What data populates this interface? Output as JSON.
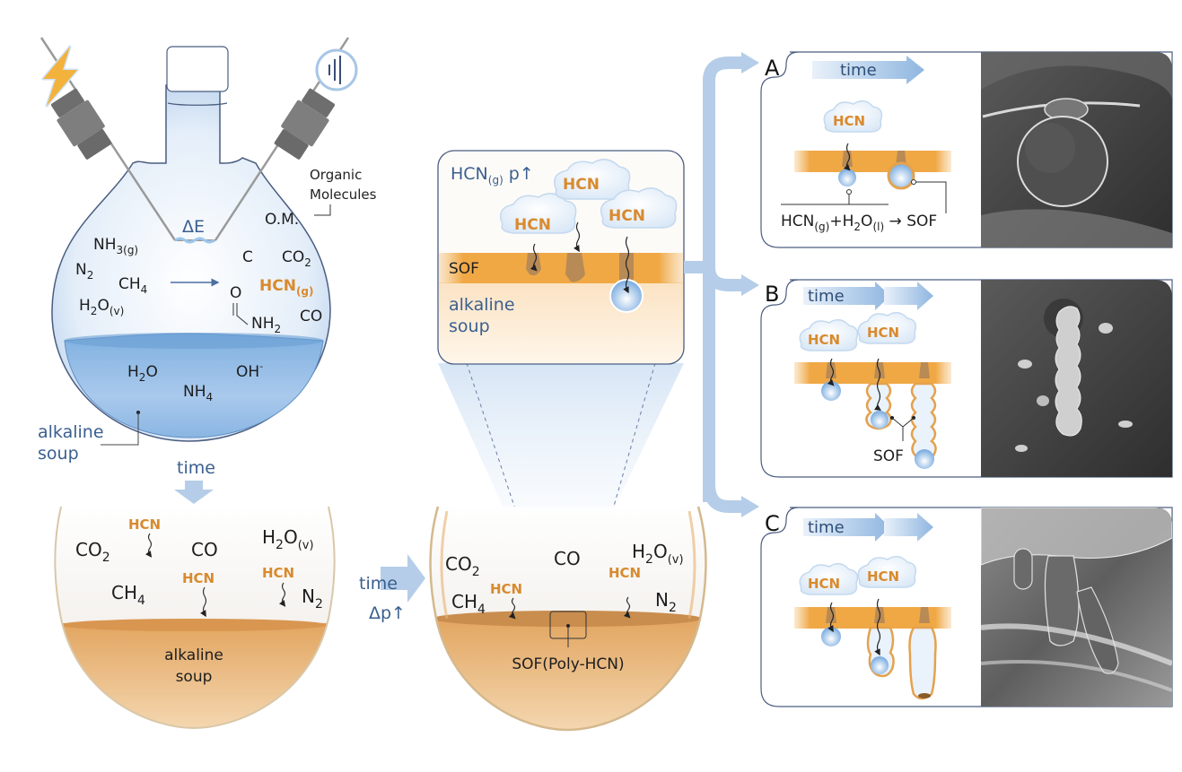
{
  "figure": {
    "flask": {
      "energy_source_icon": "lightning-bolt-icon",
      "ground_icon": "electrical-ground-icon",
      "energy_label": "ΔE",
      "annotation_organic": [
        "Organic",
        "Molecules"
      ],
      "om_label": "O.M.",
      "gas_species": {
        "nh3": "NH",
        "nh3_sub": "3(g)",
        "n2": "N",
        "n2_sub": "2",
        "ch4": "CH",
        "ch4_sub": "4",
        "h2o": "H",
        "h2o_sub": "2",
        "h2o_o": "O",
        "h2o_phase": "(v)",
        "c": "C",
        "co2": "CO",
        "co2_sub": "2",
        "hcn": "HCN",
        "hcn_sub": "(g)",
        "co": "CO",
        "formamide_o": "O",
        "formamide_nh2": "NH",
        "formamide_sub": "2"
      },
      "liquid_species": {
        "h2o": "H",
        "h2o_sub": "2",
        "h2o_o": "O",
        "nh4": "NH",
        "nh4_sub": "4",
        "oh": "OH",
        "oh_sup": "-"
      },
      "soup_label": [
        "alkaline",
        "soup"
      ]
    },
    "arrow_down_label": "time",
    "flask2": {
      "species": {
        "co2": "CO",
        "co2_sub": "2",
        "co": "CO",
        "h2o": "H",
        "h2o_sub": "2",
        "h2o_o": "O",
        "h2o_phase": "(v)",
        "ch4": "CH",
        "ch4_sub": "4",
        "n2": "N",
        "n2_sub": "2"
      },
      "hcn": [
        "HCN",
        "HCN",
        "HCN"
      ],
      "soup_label": [
        "alkaline",
        "soup"
      ]
    },
    "arrow_right_label": "time",
    "arrow_right_sublabel": "Δp↑",
    "flask3": {
      "species": {
        "co2": "CO",
        "co2_sub": "2",
        "co": "CO",
        "h2o": "H",
        "h2o_sub": "2",
        "h2o_o": "O",
        "h2o_phase": "(v)",
        "ch4": "CH",
        "ch4_sub": "4",
        "n2": "N",
        "n2_sub": "2"
      },
      "hcn": [
        "HCN",
        "HCN"
      ],
      "sof_label": "SOF(Poly-HCN)"
    },
    "inset": {
      "title": "HCN",
      "title_sub": "(g)",
      "title_suffix": " p↑",
      "hcn": [
        "HCN",
        "HCN",
        "HCN"
      ],
      "sof_label": "SOF",
      "soup_label": [
        "alkaline",
        "soup"
      ]
    },
    "panels": [
      {
        "letter": "A",
        "time_label": "time",
        "hcn": [
          "HCN"
        ],
        "equation": {
          "a": "HCN",
          "a_sub": "(g)",
          "plus": "+",
          "b": "H",
          "b_sub": "2",
          "b_o": "O",
          "b_phase": "(l)",
          "product": "SOF"
        },
        "micrograph": "sem-sphere-image"
      },
      {
        "letter": "B",
        "time_label": "time",
        "hcn": [
          "HCN",
          "HCN"
        ],
        "sof_label": "SOF",
        "micrograph": "sem-segmented-filament-image"
      },
      {
        "letter": "C",
        "time_label": "time",
        "hcn": [
          "HCN",
          "HCN"
        ],
        "micrograph": "sem-tubular-structures-image"
      }
    ],
    "colors": {
      "glass_blue": "#c9dcf0",
      "liquid_blue": "#6fa3d6",
      "soup_orange": "#e8b171",
      "sof_orange": "#f0a845",
      "hcn_orange": "#d98a2e",
      "label_blue": "#3a5f8f",
      "arrow_blue": "#b5cde8",
      "outline": "#4a5d80"
    }
  }
}
